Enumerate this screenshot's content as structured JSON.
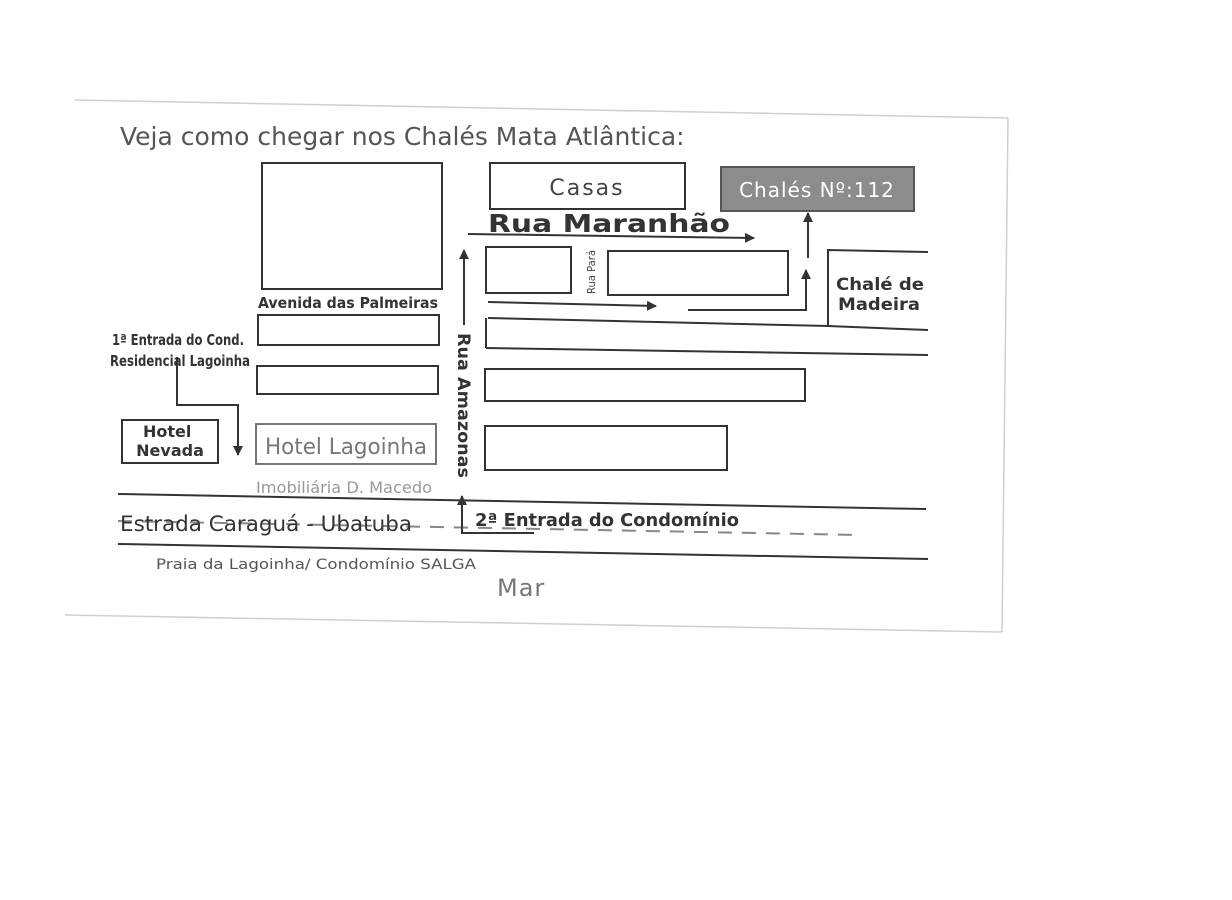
{
  "map": {
    "title": "Veja como chegar nos Chalés Mata Atlântica:",
    "blocks": {
      "casas": "Casas",
      "chales_numero": "Chalés Nº:112",
      "hotel_nevada": [
        "Hotel",
        "Nevada"
      ],
      "hotel_lagoinha": "Hotel Lagoinha"
    },
    "streets": {
      "rua_maranhao": "Rua Maranhão",
      "rua_para": "Rua Pará",
      "rua_amazonas": "Rua Amazonas",
      "avenida_palmeiras": "Avenida das Palmeiras",
      "estrada": "Estrada Caraguá - Ubatuba"
    },
    "labels": {
      "chale_madeira": [
        "Chalé de",
        "Madeira"
      ],
      "entrada_1": [
        "1ª Entrada do Cond.",
        "Residencial Lagoinha"
      ],
      "entrada_2": "2ª Entrada do Condomínio",
      "imobiliaria": "Imobiliária D. Macedo",
      "praia": "Praia da Lagoinha/ Condomínio SALGA",
      "mar": "Mar"
    },
    "colors": {
      "ink": "#333333",
      "text_gray": "#555555",
      "light_gray": "#999999",
      "highlight_fill": "#8c8c8c"
    }
  }
}
